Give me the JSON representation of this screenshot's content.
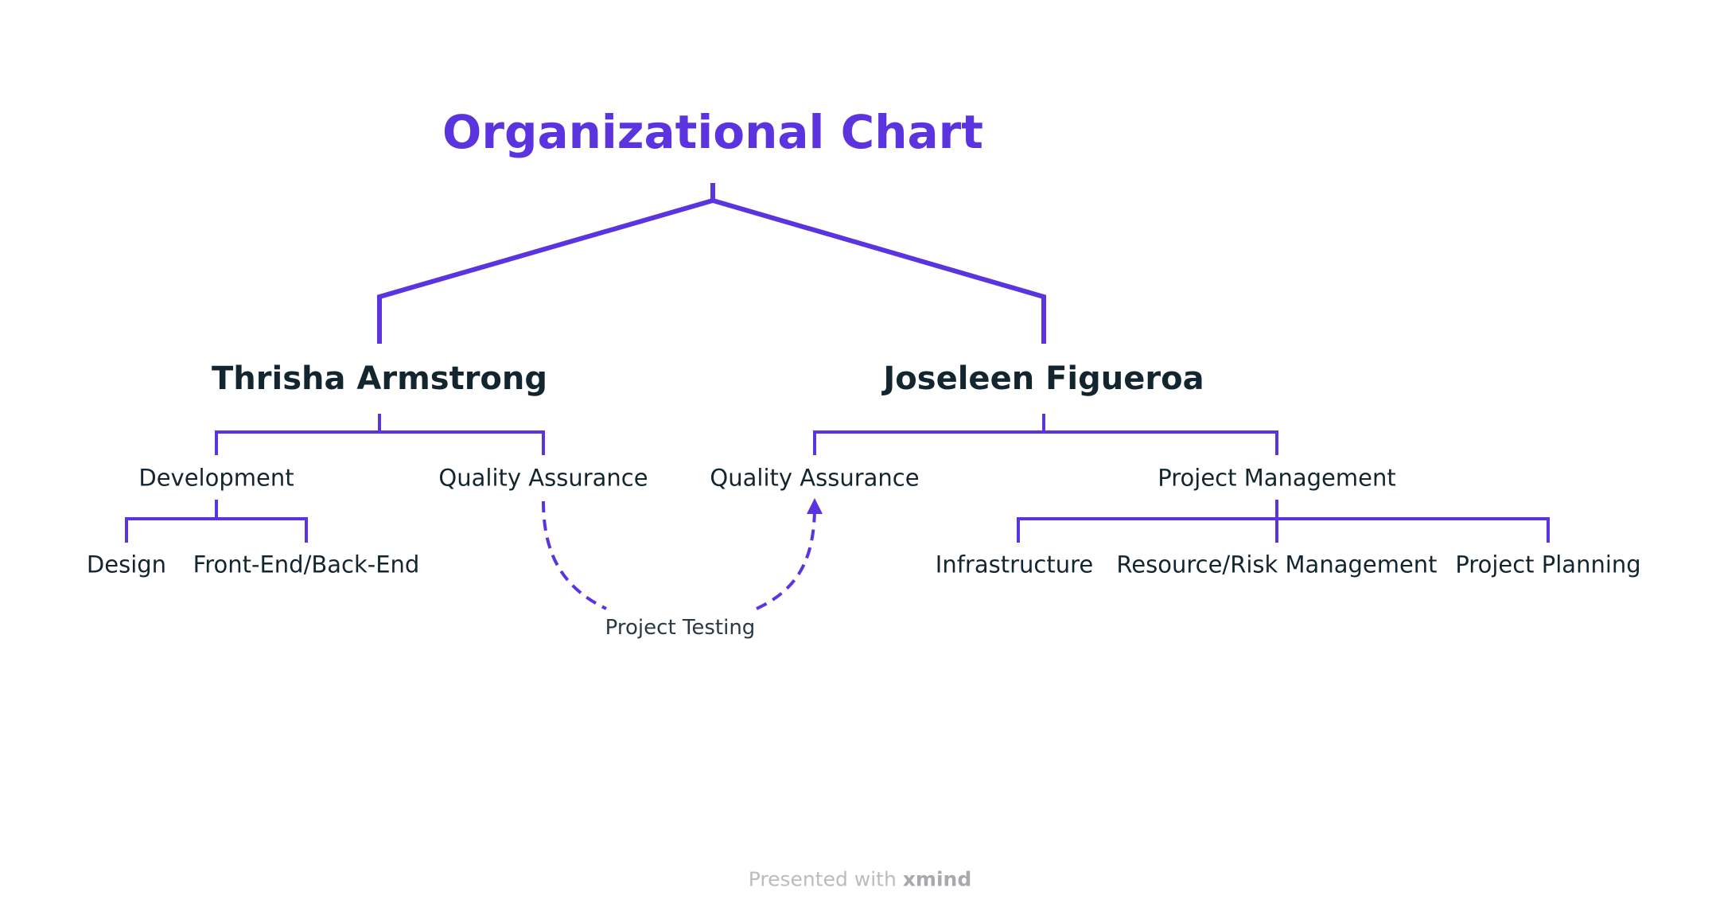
{
  "colors": {
    "accent": "#5b34e0",
    "text": "#13252f",
    "footer": "#b9bcc0"
  },
  "diagram": {
    "title": "Organizational Chart",
    "managers": [
      {
        "name": "Thrisha Armstrong",
        "departments": [
          {
            "name": "Development",
            "teams": [
              "Design",
              "Front-End/Back-End"
            ]
          },
          {
            "name": "Quality Assurance",
            "teams": []
          }
        ]
      },
      {
        "name": "Joseleen Figueroa",
        "departments": [
          {
            "name": "Quality Assurance",
            "teams": []
          },
          {
            "name": "Project Management",
            "teams": [
              "Infrastructure",
              "Resource/Risk Management",
              "Project Planning"
            ]
          }
        ]
      }
    ],
    "relationship": {
      "label": "Project Testing"
    }
  },
  "footer": {
    "prefix": "Presented with",
    "brand": "xmind"
  }
}
